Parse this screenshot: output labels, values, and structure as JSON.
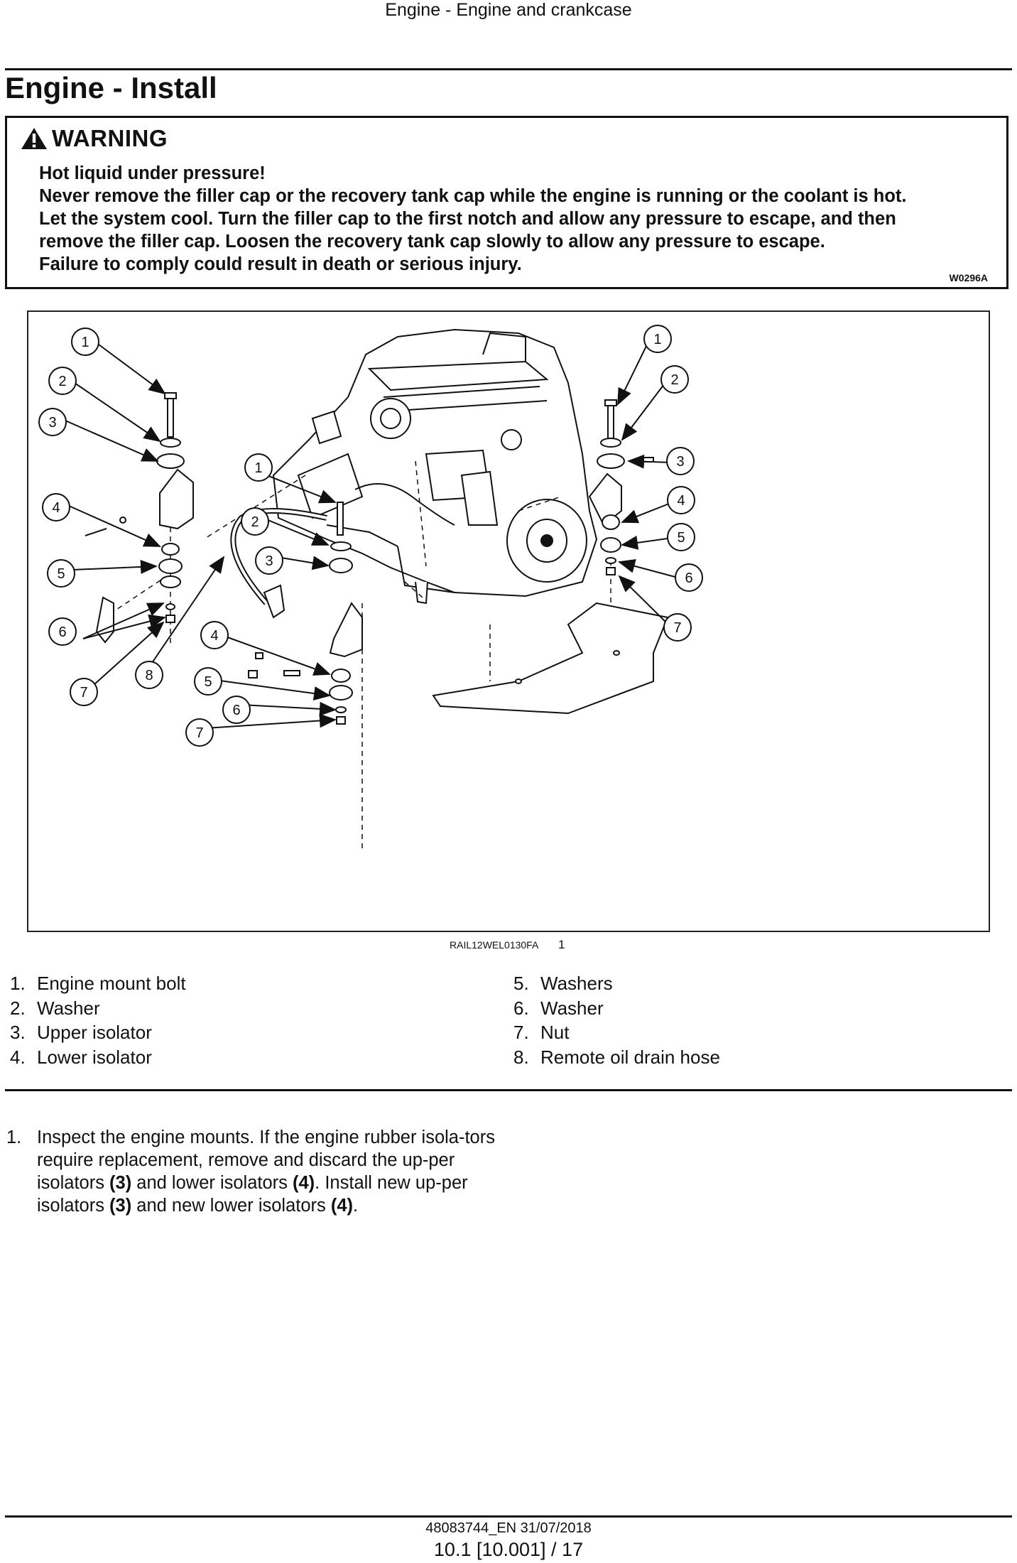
{
  "header": {
    "running_title": "Engine - Engine and crankcase"
  },
  "page_title": "Engine - Install",
  "warning": {
    "label": "WARNING",
    "lines": [
      "Hot liquid under pressure!",
      "Never remove the filler cap or the recovery tank cap while the engine is running or the coolant is hot.",
      "Let the system cool. Turn the filler cap to the first notch and allow any pressure to escape, and then",
      "remove the filler cap. Loosen the recovery tank cap slowly to allow any pressure to escape.",
      "Failure to comply could result in death or serious injury."
    ],
    "code": "W0296A"
  },
  "figure": {
    "image_code": "RAIL12WEL0130FA",
    "number": "1",
    "callouts": [
      "1",
      "2",
      "3",
      "4",
      "5",
      "6",
      "7",
      "8"
    ]
  },
  "legend": {
    "left": [
      {
        "num": "1.",
        "label": "Engine mount bolt"
      },
      {
        "num": "2.",
        "label": "Washer"
      },
      {
        "num": "3.",
        "label": "Upper isolator"
      },
      {
        "num": "4.",
        "label": "Lower isolator"
      }
    ],
    "right": [
      {
        "num": "5.",
        "label": "Washers"
      },
      {
        "num": "6.",
        "label": "Washer"
      },
      {
        "num": "7.",
        "label": "Nut"
      },
      {
        "num": "8.",
        "label": "Remote oil drain hose"
      }
    ]
  },
  "steps": [
    {
      "num": "1.",
      "t1": "Inspect the engine mounts. If the engine rubber isola-tors require replacement, remove and discard the up-per isolators ",
      "b1": "(3)",
      "t2": " and lower isolators ",
      "b2": "(4)",
      "t3": ". Install new up-per isolators ",
      "b3": "(3)",
      "t4": " and new lower isolators ",
      "b4": "(4)",
      "t5": "."
    }
  ],
  "footer": {
    "doc_code": "48083744_EN 31/07/2018",
    "page": "10.1 [10.001] / 17"
  }
}
